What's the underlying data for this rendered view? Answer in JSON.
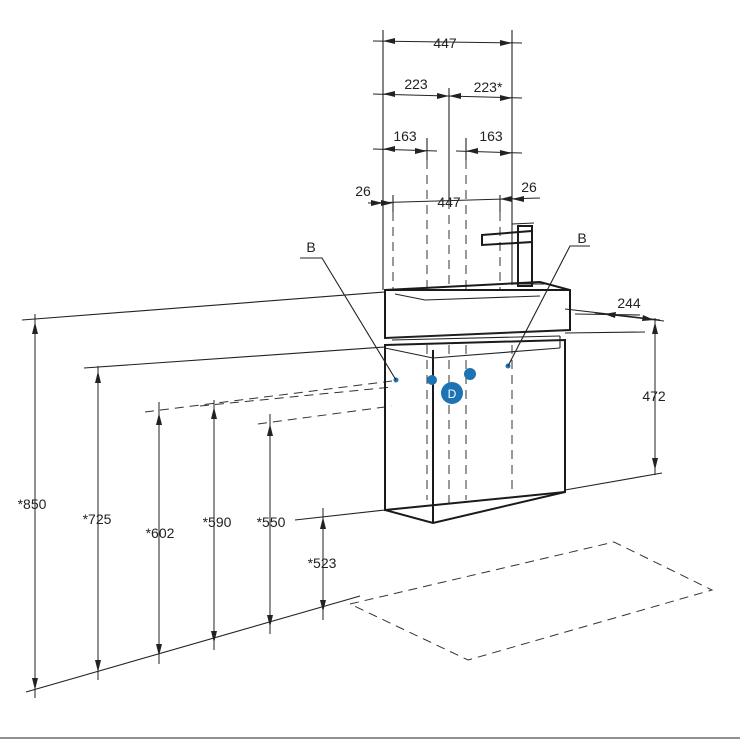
{
  "labels": {
    "top_width": "447",
    "half_left": "223",
    "half_right": "223*",
    "inner_left": "163",
    "inner_right": "163",
    "edge_left": "26",
    "edge_right": "26",
    "basin_width": "447",
    "depth": "244",
    "cabinet_height": "472",
    "marker_b_left": "B",
    "marker_b_right": "B",
    "marker_d": "D"
  },
  "heights": {
    "h850": "*850",
    "h725": "*725",
    "h602": "*602",
    "h590": "*590",
    "h550": "*550",
    "h523": "*523"
  },
  "colors": {
    "line": "#222222",
    "connection_marker": "#1e73b4"
  }
}
